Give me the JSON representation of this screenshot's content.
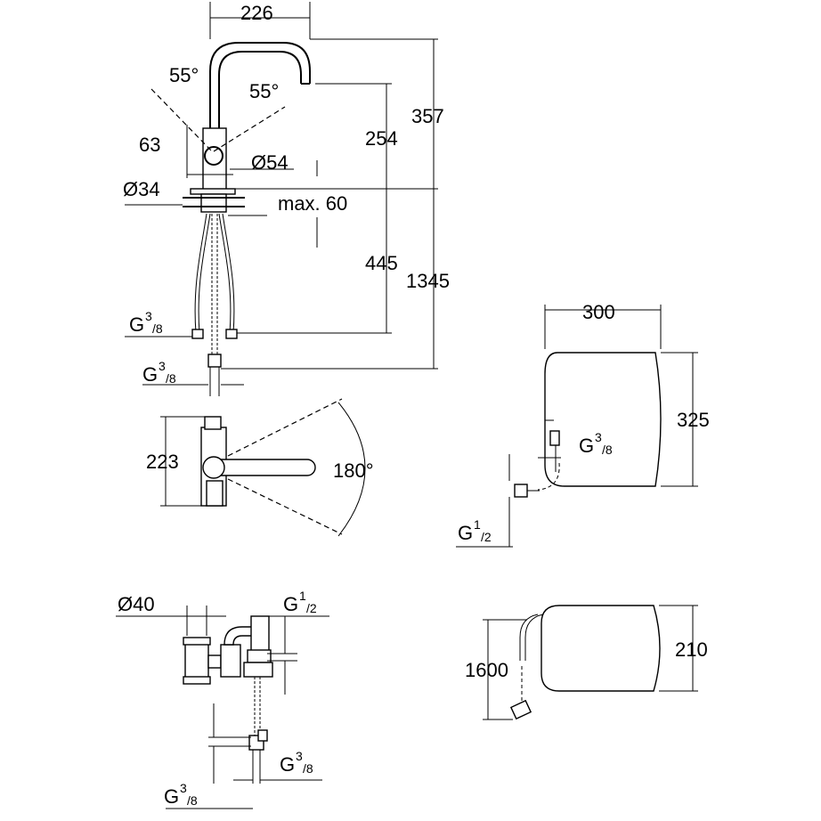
{
  "dims": {
    "d226": "226",
    "d357": "357",
    "d254": "254",
    "a55l": "55°",
    "a55r": "55°",
    "d63": "63",
    "dia54": "Ø54",
    "dia34": "Ø34",
    "max60": "max. 60",
    "d445": "445",
    "d1345": "1345",
    "d223": "223",
    "a180": "180°",
    "d300": "300",
    "d325": "325",
    "dia40": "Ø40",
    "d1600": "1600",
    "d210": "210"
  },
  "threads": {
    "g38_a": "G",
    "g38_b": "G",
    "g38_c": "G",
    "g38_d": "G",
    "g38_e": "G",
    "g12_a": "G",
    "g12_b": "G",
    "num3": "3",
    "den8": "/8",
    "num1": "1",
    "den2": "/2"
  }
}
